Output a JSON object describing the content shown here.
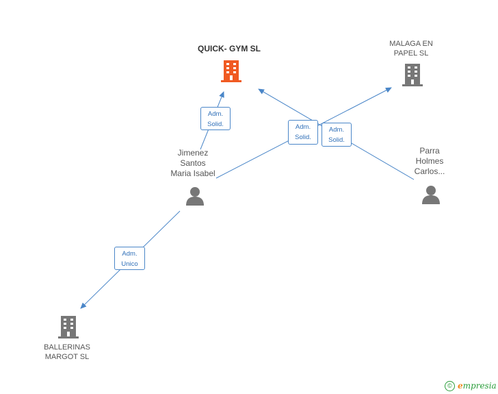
{
  "nodes": {
    "quick_gym": {
      "name": "QUICK- GYM SL",
      "color": "#f05a22"
    },
    "malaga": {
      "line1": "MALAGA EN",
      "line2": "PAPEL SL",
      "color": "#777777"
    },
    "ballerinas": {
      "line1": "BALLERINAS",
      "line2": "MARGOT SL",
      "color": "#777777"
    },
    "jimenez": {
      "line1": "Jimenez",
      "line2": "Santos",
      "line3": "Maria Isabel",
      "color": "#777777"
    },
    "parra": {
      "line1": "Parra",
      "line2": "Holmes",
      "line3": "Carlos...",
      "color": "#777777"
    }
  },
  "edges": {
    "jimenez_quick": {
      "line1": "Adm.",
      "line2": "Solid."
    },
    "parra_quick": {
      "line1": "Adm.",
      "line2": "Solid."
    },
    "jimenez_malaga": {
      "line1": "Adm.",
      "line2": "Solid."
    },
    "jimenez_ballerinas": {
      "line1": "Adm.",
      "line2": "Unico"
    }
  },
  "colors": {
    "edge": "#4a86c8"
  },
  "footer": {
    "copyright": "©",
    "brand_first": "e",
    "brand_rest": "mpresia"
  }
}
